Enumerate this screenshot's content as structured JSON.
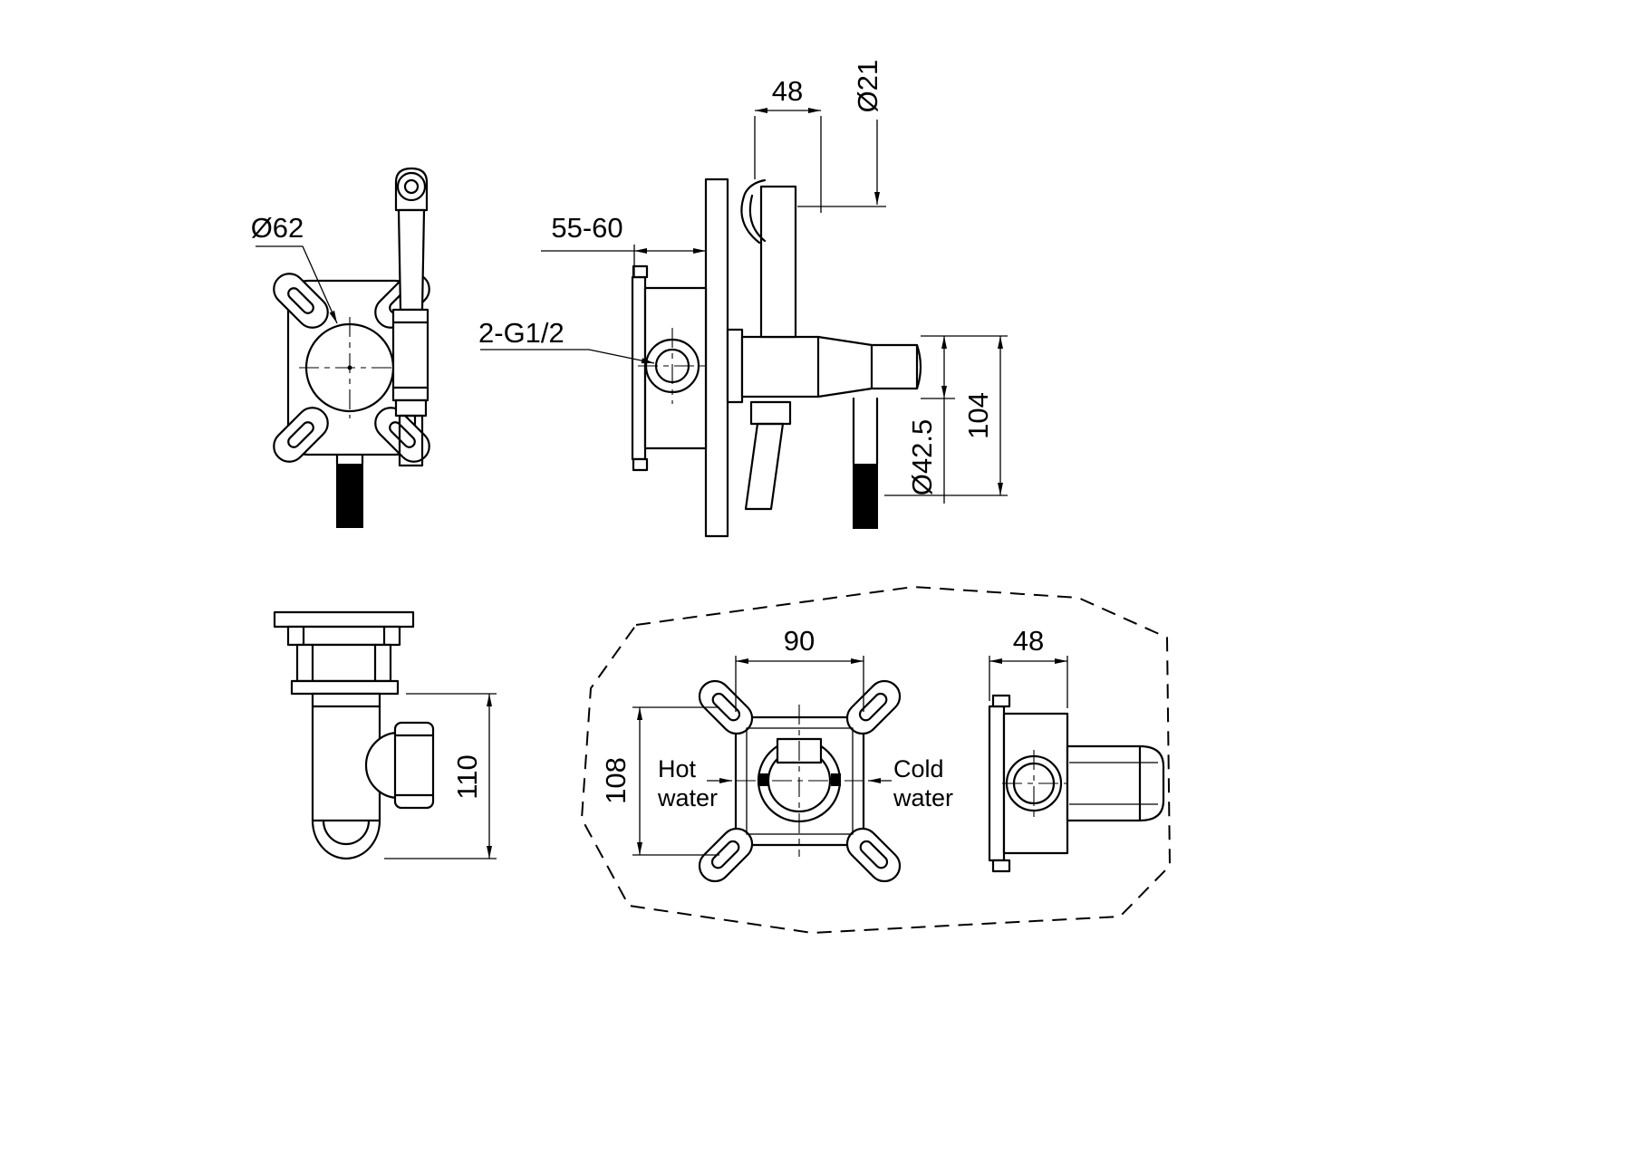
{
  "colors": {
    "line": "#000000",
    "background": "#ffffff"
  },
  "front_view": {
    "diameter_label": "Ø62"
  },
  "side_view": {
    "head_width": "48",
    "head_diameter": "Ø21",
    "mount_depth": "55-60",
    "thread_label": "2-G1/2",
    "height": "104",
    "body_diameter": "Ø42.5"
  },
  "plan_view": {
    "height": "110"
  },
  "rough_in": {
    "width": "90",
    "height": "108",
    "depth": "48",
    "hot_line1": "Hot",
    "hot_line2": "water",
    "cold_line1": "Cold",
    "cold_line2": "water"
  }
}
